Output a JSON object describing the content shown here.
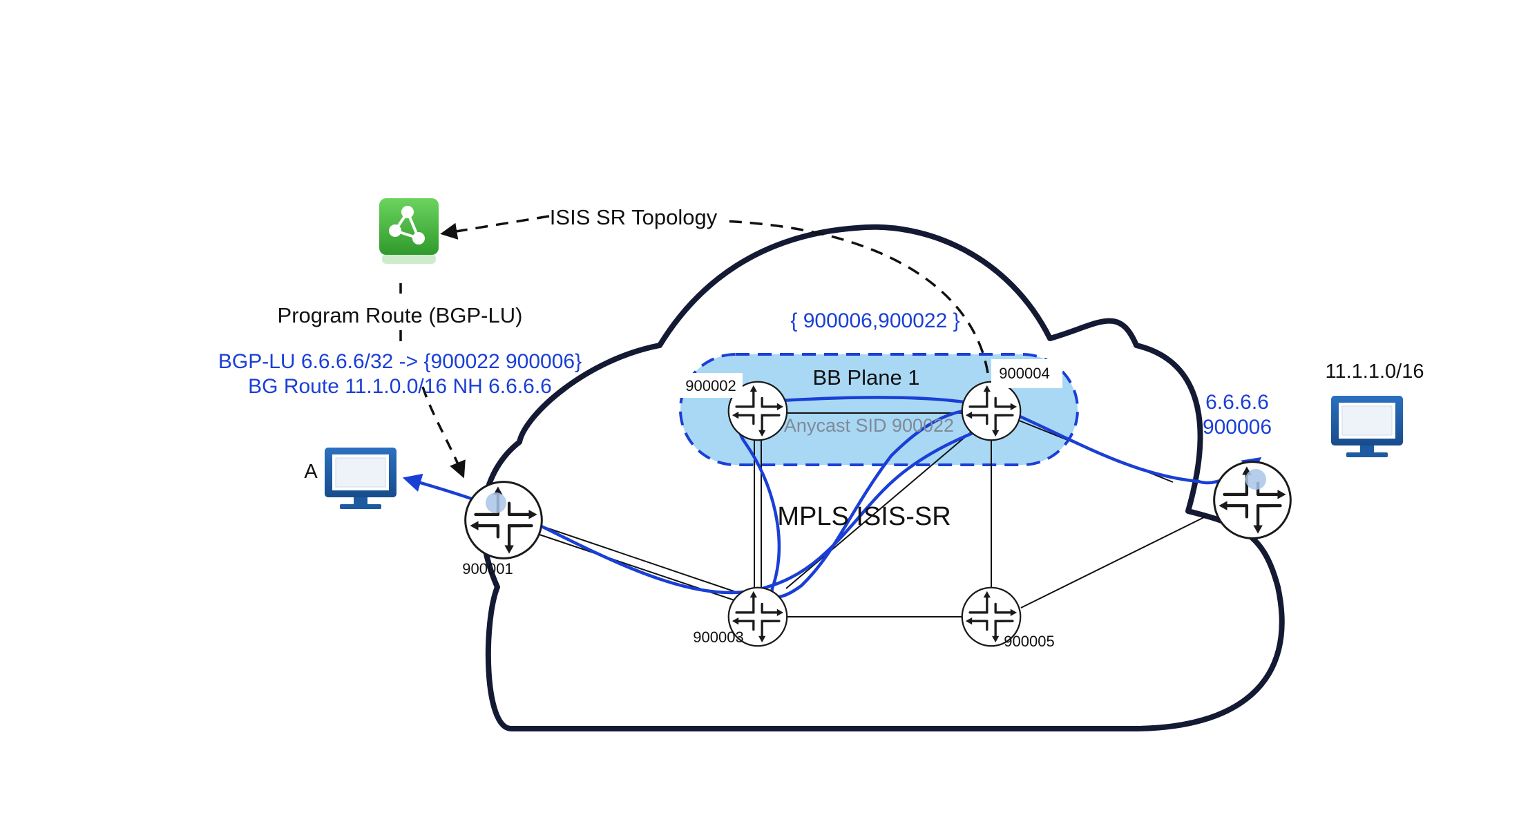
{
  "colors": {
    "cloud_stroke": "#141a33",
    "link": "#111111",
    "path_blue": "#1a3fd6",
    "plane_fill": "#a9d8f5",
    "plane_stroke": "#1a3fd6",
    "controller_green": "#3fae3a",
    "host_blue": "#1f5fa8",
    "router_stroke": "#1a1a1a"
  },
  "controller": {
    "icon": "network-topology-icon"
  },
  "labels": {
    "isis_topology": "ISIS SR Topology",
    "program_route": "Program Route (BGP-LU)",
    "bgp_lu_line": "BGP-LU 6.6.6.6/32 -> {900022 900006}",
    "bg_route_line": "BG Route 11.1.0.0/16 NH 6.6.6.6",
    "sid_stack": "{ 900006,900022 }",
    "bb_plane": "BB Plane 1",
    "anycast_sid": "Anycast SID 900022",
    "cloud_label": "MPLS ISIS-SR",
    "dest_ip": "6.6.6.6",
    "dest_sid": "900006",
    "dest_prefix": "11.1.1.0/16",
    "host_a": "A"
  },
  "routers": [
    {
      "id": "r1",
      "sid": "900001",
      "icon": "router-icon"
    },
    {
      "id": "r2",
      "sid": "900002",
      "icon": "router-icon"
    },
    {
      "id": "r3",
      "sid": "900003",
      "icon": "router-icon"
    },
    {
      "id": "r4",
      "sid": "900004",
      "icon": "router-icon"
    },
    {
      "id": "r5",
      "sid": "900005",
      "icon": "router-icon"
    },
    {
      "id": "r6",
      "sid": "",
      "icon": "router-icon"
    }
  ],
  "hosts": [
    {
      "id": "host-a",
      "icon": "monitor-icon"
    },
    {
      "id": "host-dest",
      "icon": "monitor-icon"
    }
  ]
}
